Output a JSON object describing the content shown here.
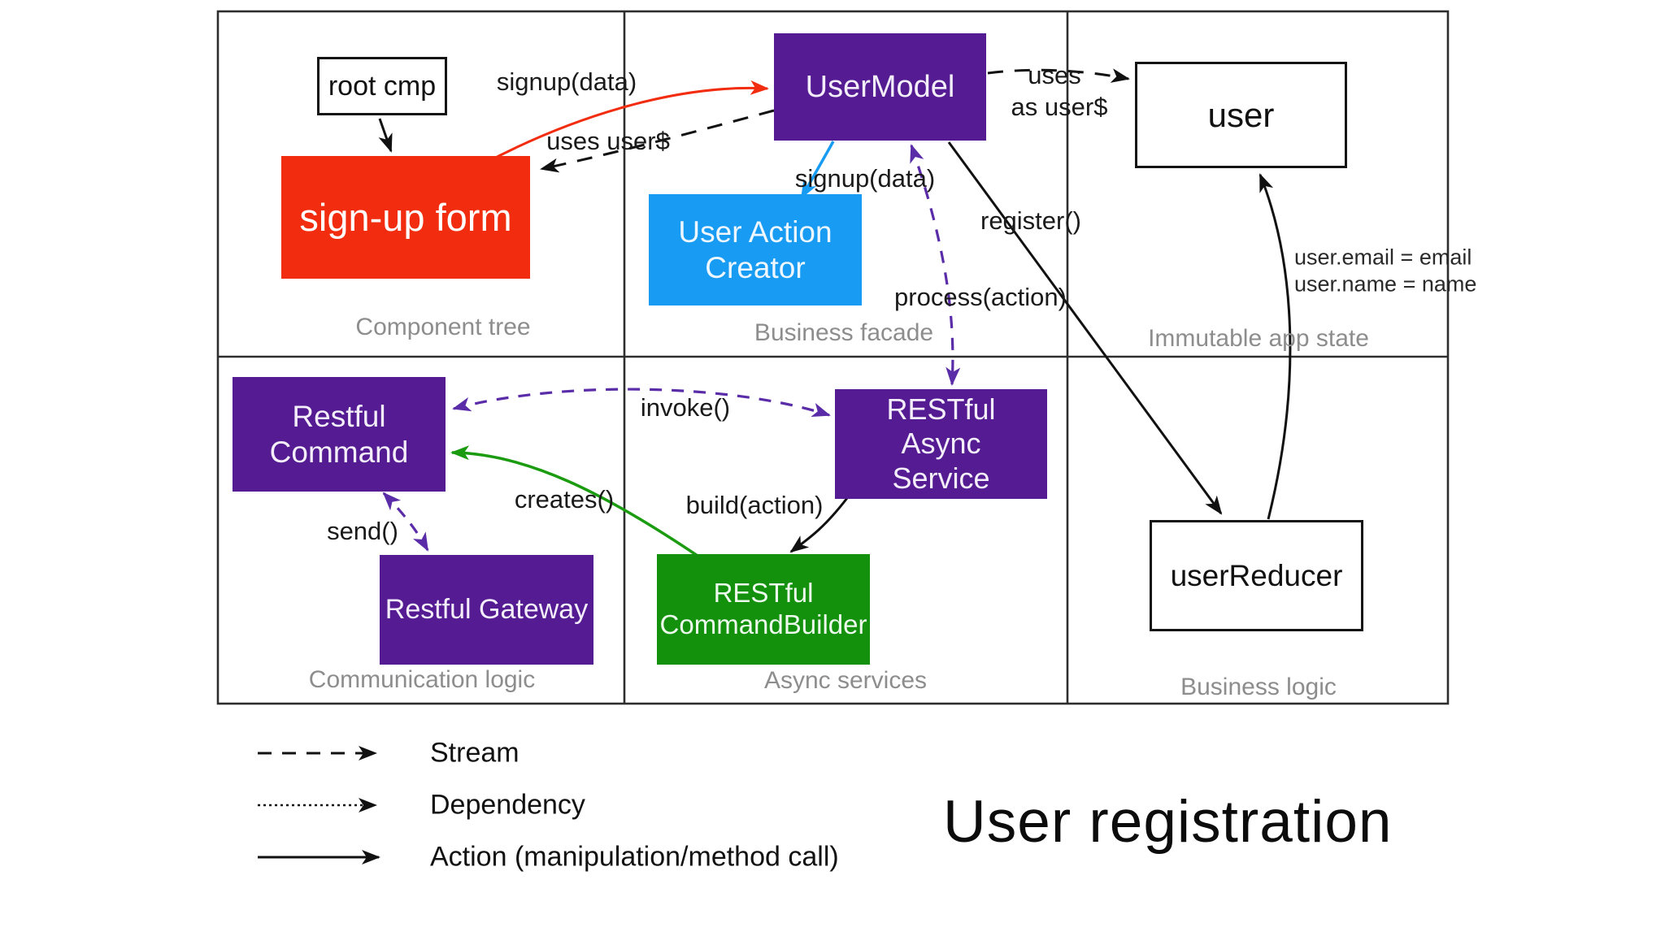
{
  "title": "User registration",
  "colors": {
    "red": "#f22c0e",
    "purple": "#541b92",
    "blue": "#189bf2",
    "green": "#13910d",
    "greenline": "#1a9b10",
    "purpleline": "#5a2ca8",
    "graylabel": "#8d8d8d",
    "gridline": "#2e2e2e"
  },
  "panels": {
    "component_tree": "Component tree",
    "business_facade": "Business facade",
    "immutable_app_state": "Immutable app state",
    "communication_logic": "Communication logic",
    "async_services": "Async services",
    "business_logic": "Business logic"
  },
  "nodes": {
    "root_cmp": "root cmp",
    "signup_form": "sign-up form",
    "user_model": "UserModel",
    "user_action_creator": "User Action Creator",
    "user": "user",
    "restful_command": "Restful Command",
    "restful_gateway": "Restful Gateway",
    "restful_async_service": "RESTful Async Service",
    "restful_command_builder": "RESTful CommandBuilder",
    "user_reducer": "userReducer"
  },
  "edge_labels": {
    "signup_data_top": "signup(data)",
    "uses_user": "uses user$",
    "uses": "uses",
    "as_user": "as user$",
    "signup_data_mid": "signup(data)",
    "register": "register()",
    "process_action": "process(action)",
    "user_email": "user.email = email",
    "user_name": "user.name = name",
    "invoke": "invoke()",
    "creates": "creates()",
    "build_action": "build(action)",
    "send": "send()"
  },
  "legend": {
    "stream": "Stream",
    "dependency": "Dependency",
    "action": "Action (manipulation/method call)"
  }
}
